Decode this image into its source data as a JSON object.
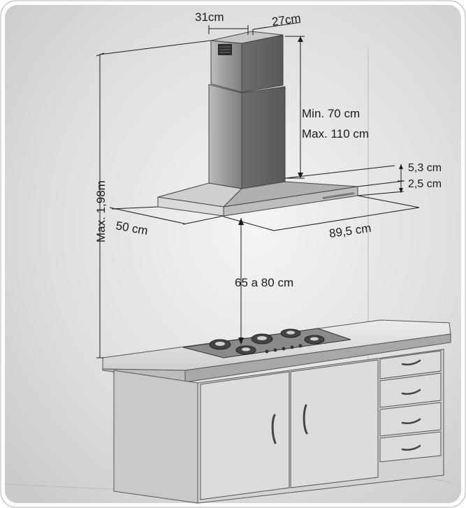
{
  "dimensions": {
    "chimney_width": "31cm",
    "chimney_depth": "27cm",
    "chimney_height": "Min. 70 cm\nMax. 110 cm",
    "chimney_height_min": "Min. 70 cm",
    "chimney_height_max": "Max. 110 cm",
    "hood_thickness": "5,3 cm",
    "hood_edge": "2,5 cm",
    "hood_depth": "50 cm",
    "hood_width": "89,5 cm",
    "hob_distance": "65 a 80 cm",
    "total_height": "Max. 1,98m"
  },
  "colors": {
    "background": "#d8d8d8",
    "frame": "#ffffff",
    "steel_light": "#e6e6e6",
    "steel_mid": "#a9a9a9",
    "steel_dark": "#6f6f6f",
    "line": "#1a1a1a"
  }
}
